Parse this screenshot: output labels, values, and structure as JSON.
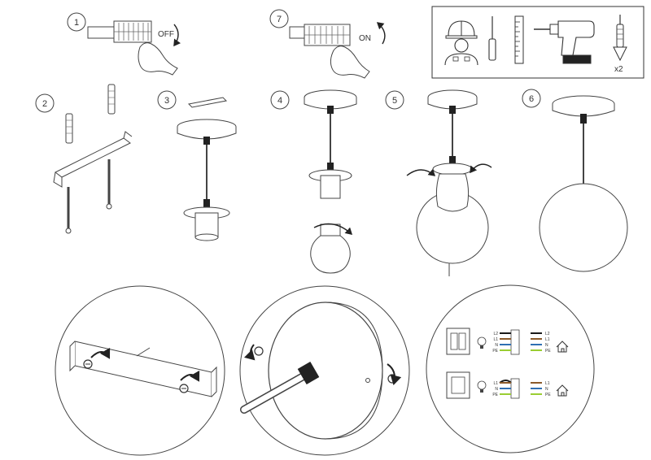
{
  "steps": {
    "s1": {
      "number": "1",
      "switch_state": "OFF"
    },
    "s2": {
      "number": "2"
    },
    "s3": {
      "number": "3"
    },
    "s4": {
      "number": "4"
    },
    "s5": {
      "number": "5"
    },
    "s6": {
      "number": "6"
    },
    "s7": {
      "number": "7",
      "switch_state": "ON"
    }
  },
  "tools": {
    "items": [
      "electrician",
      "screwdriver",
      "ruler",
      "cordless-drill",
      "wall-plug-and-screw"
    ],
    "screw_quantity": "x2"
  },
  "wiring": {
    "double_switch": {
      "left_labels": [
        "L2",
        "L1",
        "N",
        "PE"
      ],
      "right_labels": [
        "L2",
        "L1",
        "N",
        "PE"
      ]
    },
    "single_switch": {
      "left_labels": [
        "L1",
        "N",
        "PE"
      ],
      "right_labels": [
        "L1",
        "N",
        "PE"
      ]
    },
    "wire_colors": {
      "L2": "#1a1a1a",
      "L1": "#8b5a2b",
      "N": "#2f6fb3",
      "PE": "#9acd32"
    }
  }
}
